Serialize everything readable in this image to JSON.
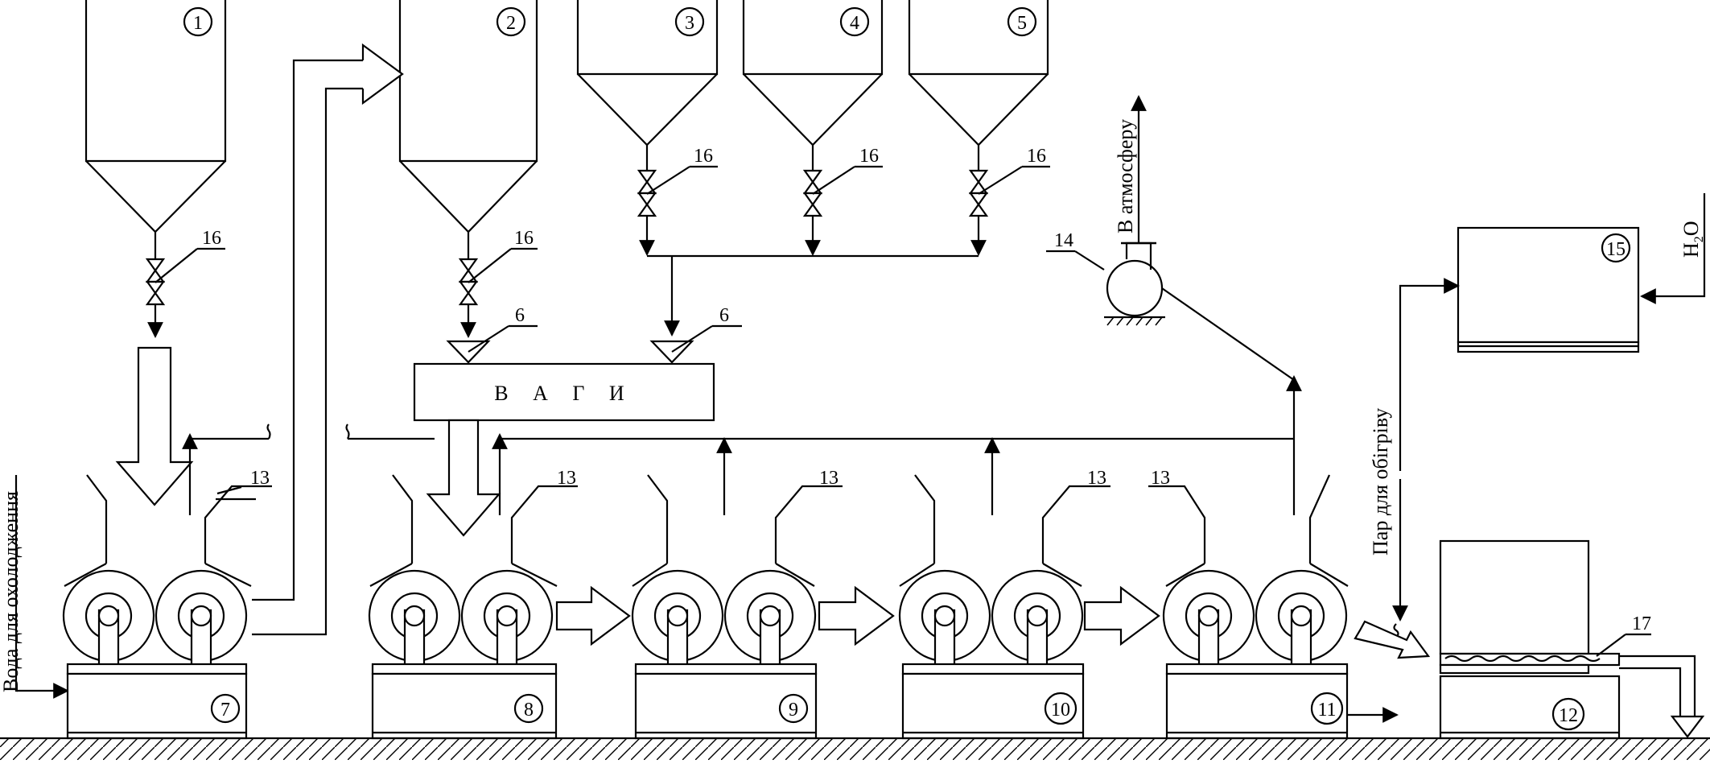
{
  "diagram": {
    "weighing_unit": {
      "label": "В А Г И"
    },
    "labels": {
      "atmosphere": "В атмосферу",
      "cooling_water": "Вода для охолодження",
      "heating_steam": "Пар для обігріву",
      "water_formula": "H",
      "water_sub": "2",
      "water_o": "O"
    },
    "hoppers": [
      {
        "id": "1"
      },
      {
        "id": "2"
      },
      {
        "id": "3"
      },
      {
        "id": "4"
      },
      {
        "id": "5"
      }
    ],
    "mills": [
      {
        "id": "7"
      },
      {
        "id": "8"
      },
      {
        "id": "9"
      },
      {
        "id": "10"
      },
      {
        "id": "11"
      }
    ],
    "callouts": {
      "valve": "16",
      "doser": "6",
      "hood": "13",
      "fan": "14",
      "boiler": "15",
      "press": "12",
      "press_plate": "17"
    }
  }
}
